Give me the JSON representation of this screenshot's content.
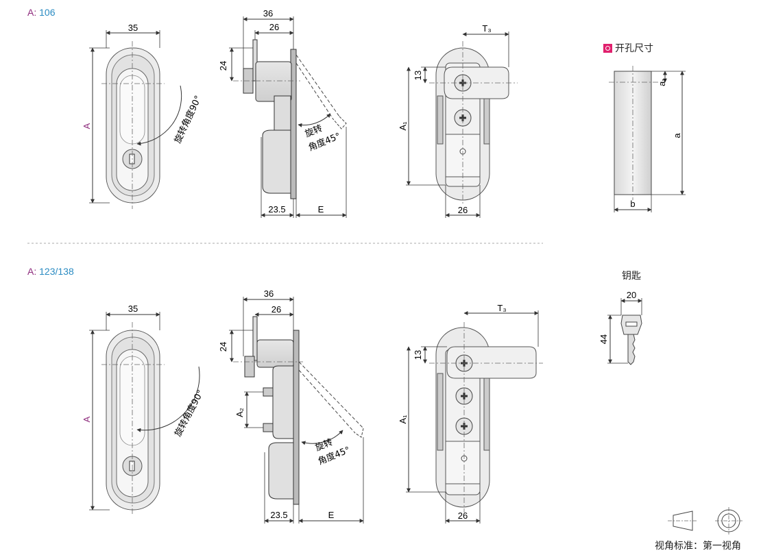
{
  "sections": [
    {
      "label": "A:",
      "value": "106"
    },
    {
      "label": "A:",
      "value": "123/138"
    }
  ],
  "dims": {
    "front_width": "35",
    "front_height": "A",
    "rotation_90": "旋转角度90°",
    "side_36": "36",
    "side_26": "26",
    "side_24": "24",
    "side_23_5": "23.5",
    "side_E": "E",
    "rotation_45_line1": "旋转",
    "rotation_45_line2": "角度45°",
    "side_A2": "A₂",
    "back_T3": "T₃",
    "back_13": "13",
    "back_A1": "A₁",
    "back_26": "26"
  },
  "cutout": {
    "title": "开孔尺寸",
    "a1": "a₁",
    "a": "a",
    "b": "b"
  },
  "key": {
    "title": "钥匙",
    "width": "20",
    "height": "44"
  },
  "view_standard": "视角标准：第一视角",
  "colors": {
    "section_label": "#8e2c7d",
    "section_value": "#2a8bc2",
    "height_label": "#8e2c7d",
    "cutout_marker": "#e0206d"
  }
}
